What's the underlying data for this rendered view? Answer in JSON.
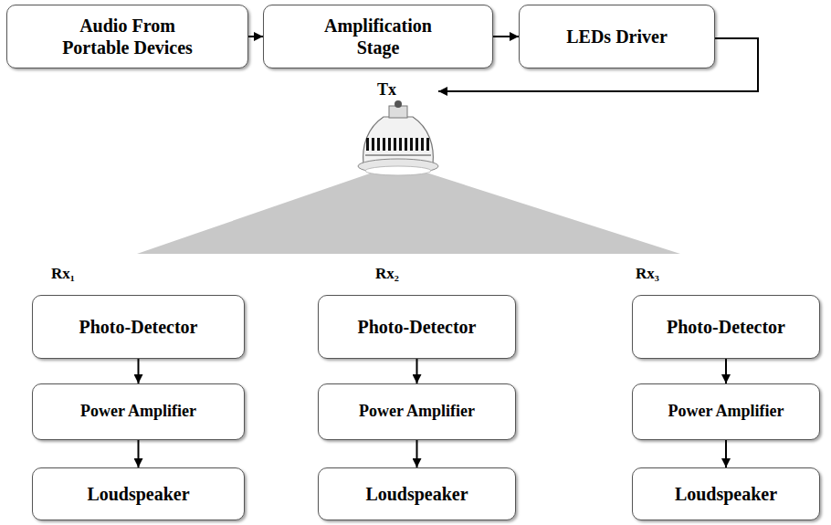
{
  "diagram": {
    "nodes": [
      {
        "text": [
          "Audio From Portable Devices"
        ]
      },
      {
        "text": [
          "Amplification Stage"
        ]
      },
      {
        "text": [
          "LEDs Driver"
        ]
      },
      {
        "text": [
          "Tx"
        ]
      },
      {
        "text": [
          "Rx₁",
          "Photo-Detector"
        ]
      },
      {
        "text": [
          "Power Amplifier"
        ]
      },
      {
        "text": [
          "Loudspeaker"
        ]
      },
      {
        "text": [
          "Rx₂",
          "Photo-Detector"
        ]
      },
      {
        "text": [
          "Power Amplifier"
        ]
      },
      {
        "text": [
          "Loudspeaker"
        ]
      },
      {
        "text": [
          "Rx₃",
          "Photo-Detector"
        ]
      },
      {
        "text": [
          "Power Amplifier"
        ]
      },
      {
        "text": [
          "Loudspeaker"
        ]
      }
    ],
    "edges": [
      {
        "from": 0,
        "to": 1,
        "arrow": "to"
      },
      {
        "from": 1,
        "to": 2,
        "arrow": "to"
      },
      {
        "from": 2,
        "to": 3,
        "arrow": "to"
      },
      {
        "from": 4,
        "to": 5,
        "arrow": "to"
      },
      {
        "from": 5,
        "to": 6,
        "arrow": "to"
      },
      {
        "from": 7,
        "to": 8,
        "arrow": "to"
      },
      {
        "from": 8,
        "to": 9,
        "arrow": "to"
      },
      {
        "from": 10,
        "to": 11,
        "arrow": "to"
      },
      {
        "from": 11,
        "to": 12,
        "arrow": "to"
      }
    ]
  }
}
